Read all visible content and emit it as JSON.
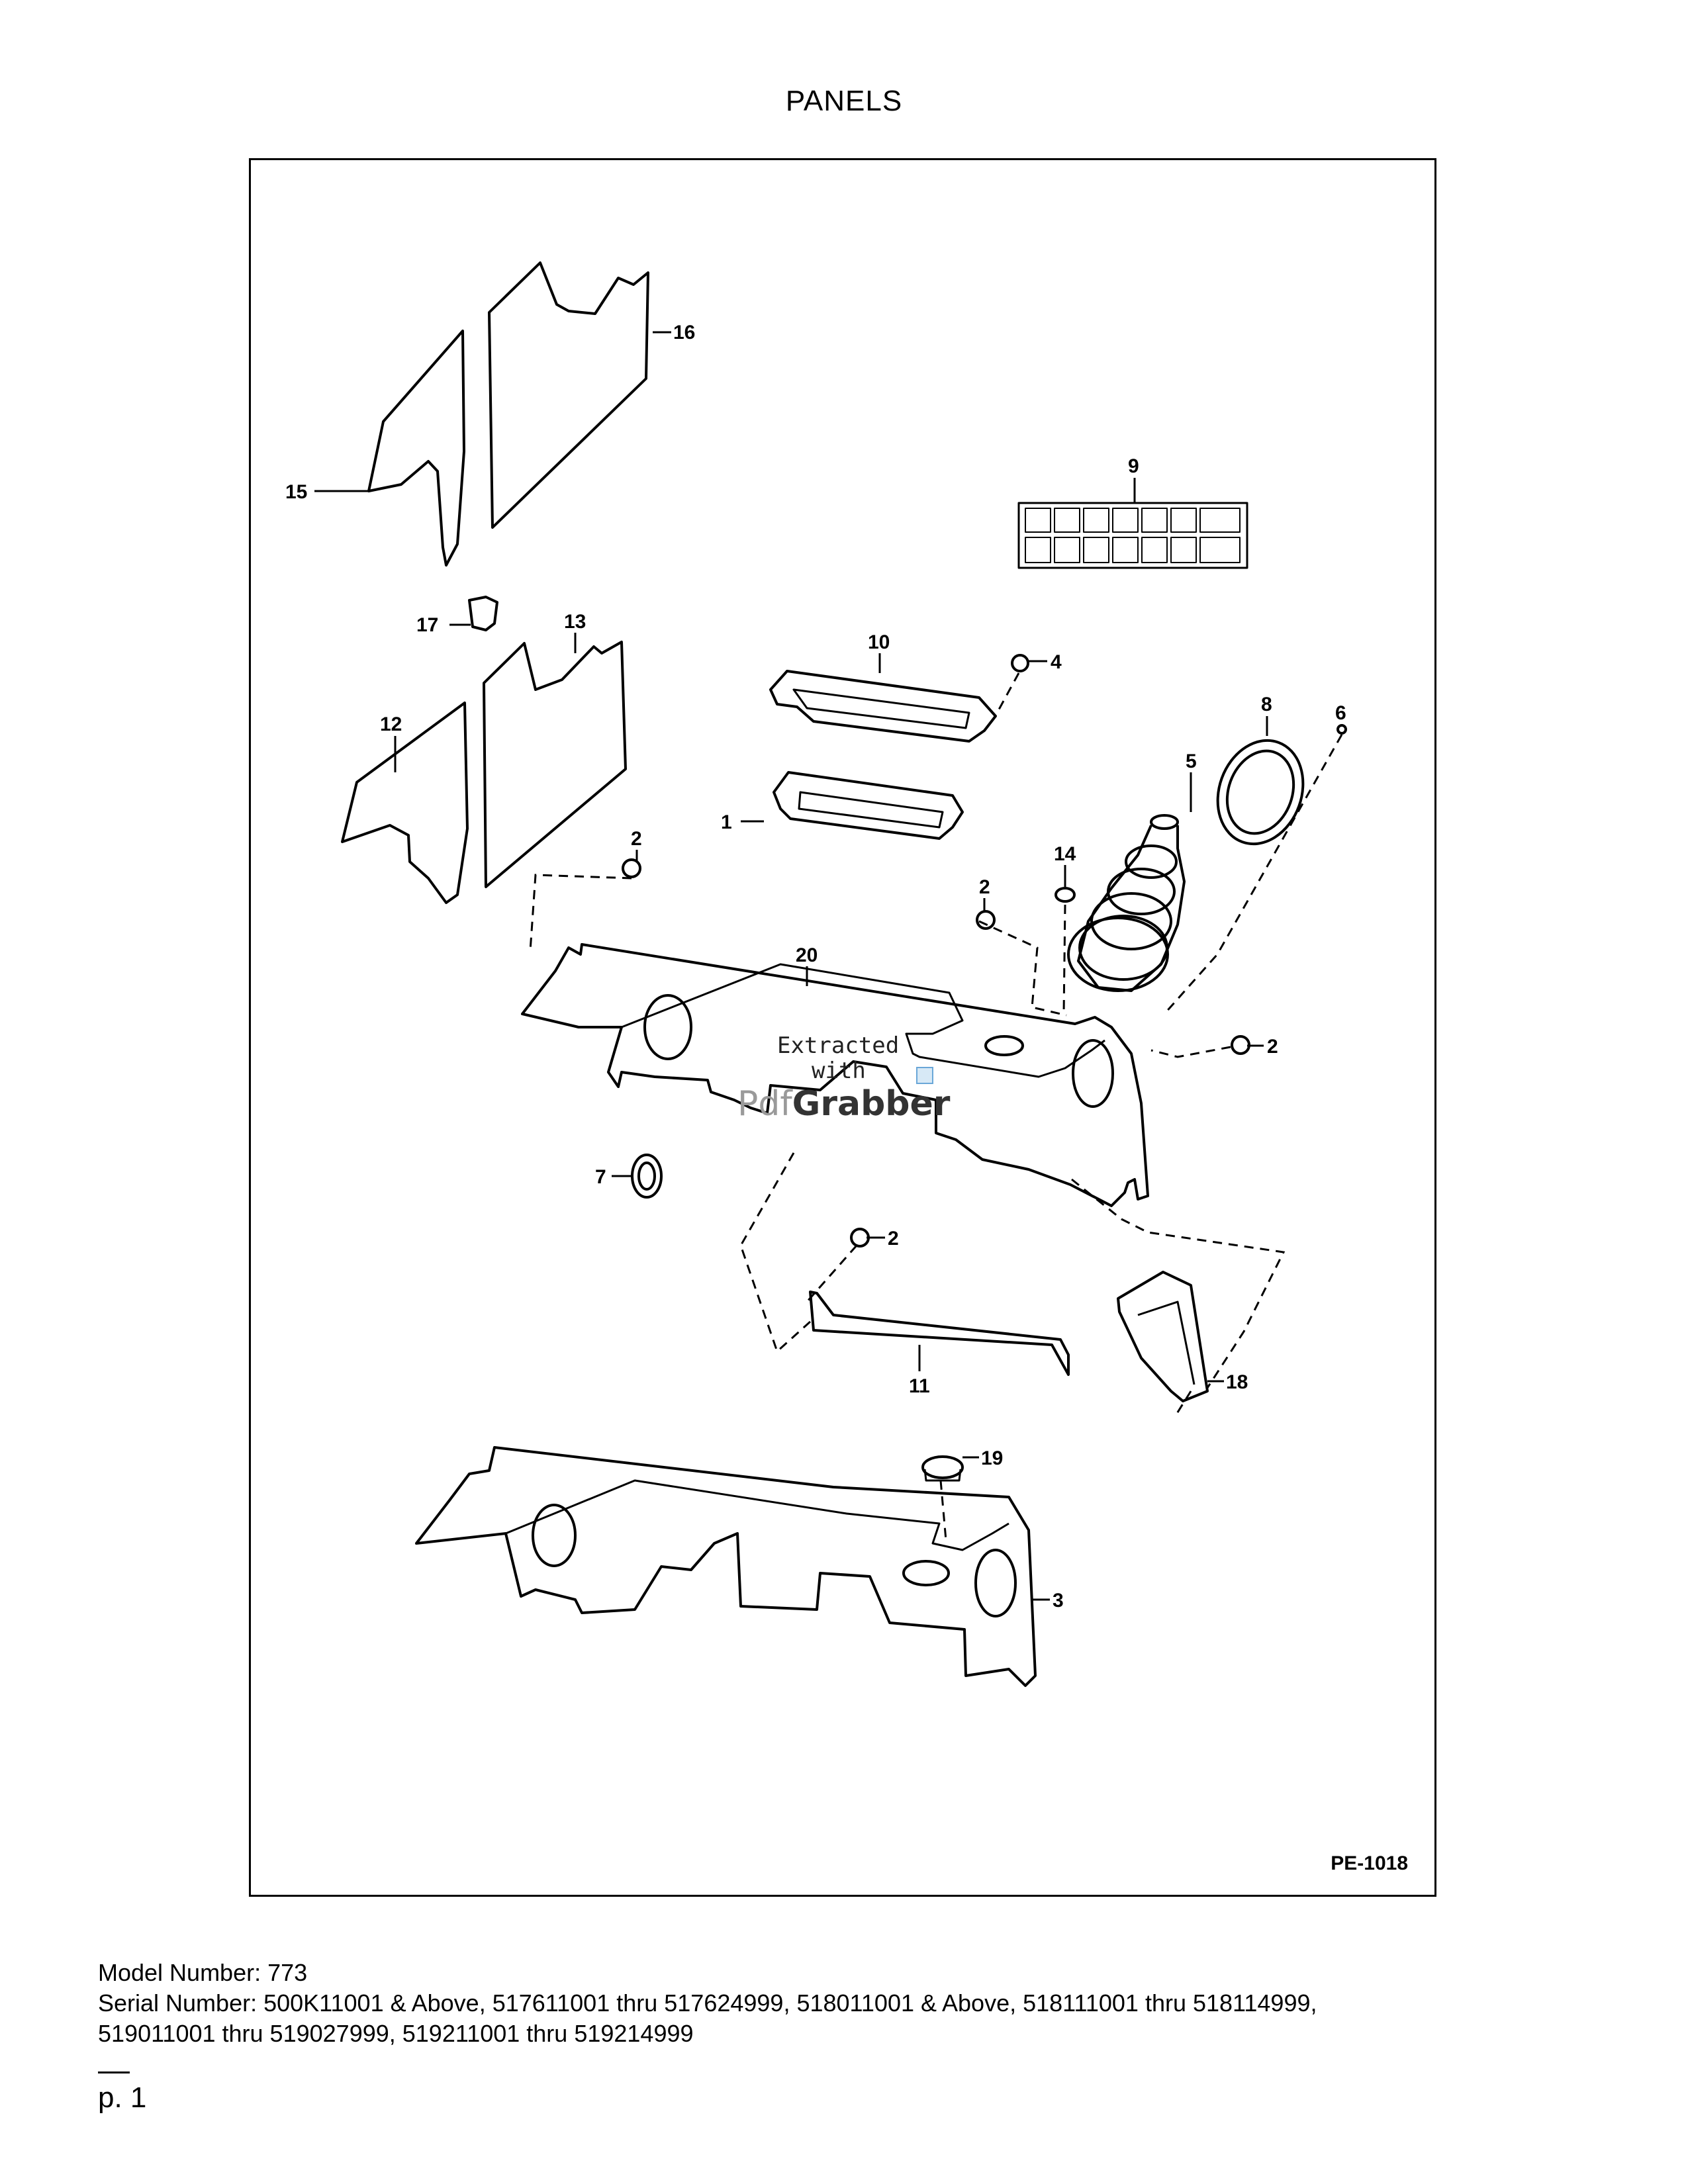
{
  "page": {
    "title": "PANELS",
    "drawing_code": "PE-1018",
    "watermark": {
      "line1": "Extracted",
      "line2": "with",
      "logo_pdf": "Pdf",
      "logo_grabber": "Grabber"
    },
    "footer": {
      "model": "Model Number: 773",
      "serial_line1": "Serial Number: 500K11001 & Above, 517611001 thru 517624999, 518011001 & Above, 518111001 thru 518114999,",
      "serial_line2": "519011001 thru 519027999, 519211001 thru 519214999"
    },
    "page_number": "p. 1"
  },
  "callouts": {
    "c1": "1",
    "c2a": "2",
    "c2b": "2",
    "c2c": "2",
    "c2d": "2",
    "c3": "3",
    "c4": "4",
    "c5": "5",
    "c6": "6",
    "c7": "7",
    "c8": "8",
    "c9": "9",
    "c10": "10",
    "c11": "11",
    "c12": "12",
    "c13": "13",
    "c14": "14",
    "c15": "15",
    "c16": "16",
    "c17": "17",
    "c18": "18",
    "c19": "19",
    "c20": "20"
  }
}
